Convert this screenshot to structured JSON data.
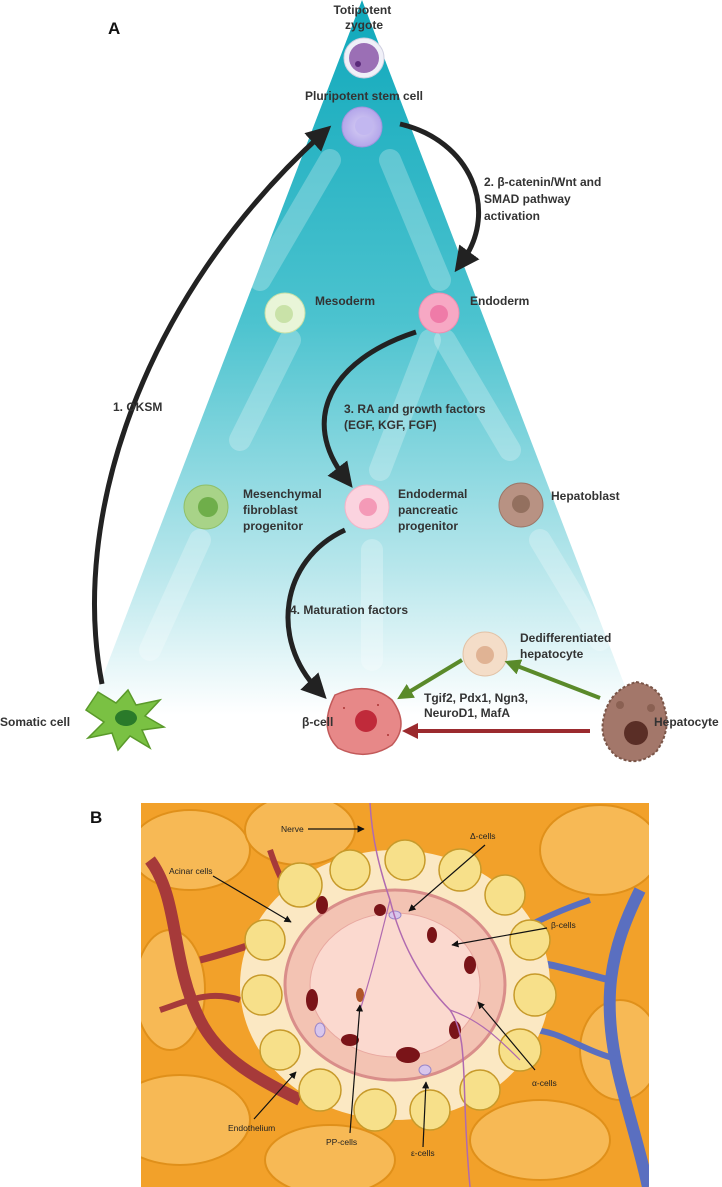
{
  "panel_a": {
    "letter": "A",
    "cells": {
      "zygote": [
        "Totipotent",
        "zygote"
      ],
      "pluripotent": "Pluripotent stem cell",
      "mesoderm": "Mesoderm",
      "endoderm": "Endoderm",
      "mesenchymal": [
        "Mesenchymal",
        "fibroblast",
        "progenitor"
      ],
      "endo_pancreatic": [
        "Endodermal",
        "pancreatic",
        "progenitor"
      ],
      "hepatoblast": "Hepatoblast",
      "dediff": [
        "Dedifferentiated",
        "hepatocyte"
      ],
      "somatic": "Somatic cell",
      "beta": "β-cell",
      "hepatocyte": "Hepatocyte"
    },
    "steps": {
      "oksm": "1. OKSM",
      "wnt": [
        "2. β-catenin/Wnt and",
        "SMAD pathway",
        "activation"
      ],
      "ra": [
        "3. RA and growth factors",
        "(EGF, KGF, FGF)"
      ],
      "maturation": "4. Maturation factors",
      "tf": [
        "Tgif2, Pdx1, Ngn3,",
        "NeuroD1, MafA"
      ]
    },
    "colors": {
      "funnel": "#12aec0",
      "green_arrow": "#5a8a2a",
      "red_arrow": "#9b2a2e"
    }
  },
  "panel_b": {
    "letter": "B",
    "labels": {
      "nerve": "Nerve",
      "delta": "Δ-cells",
      "acinar": "Acinar cells",
      "beta": "β-cells",
      "alpha": "α-cells",
      "endothelium": "Endothelium",
      "pp": "PP-cells",
      "epsilon": "ε-cells"
    },
    "colors": {
      "background": "#f2a12a",
      "artery": "#a63a3a",
      "vein": "#5a6fc0",
      "nerve": "#b06ab0"
    }
  }
}
